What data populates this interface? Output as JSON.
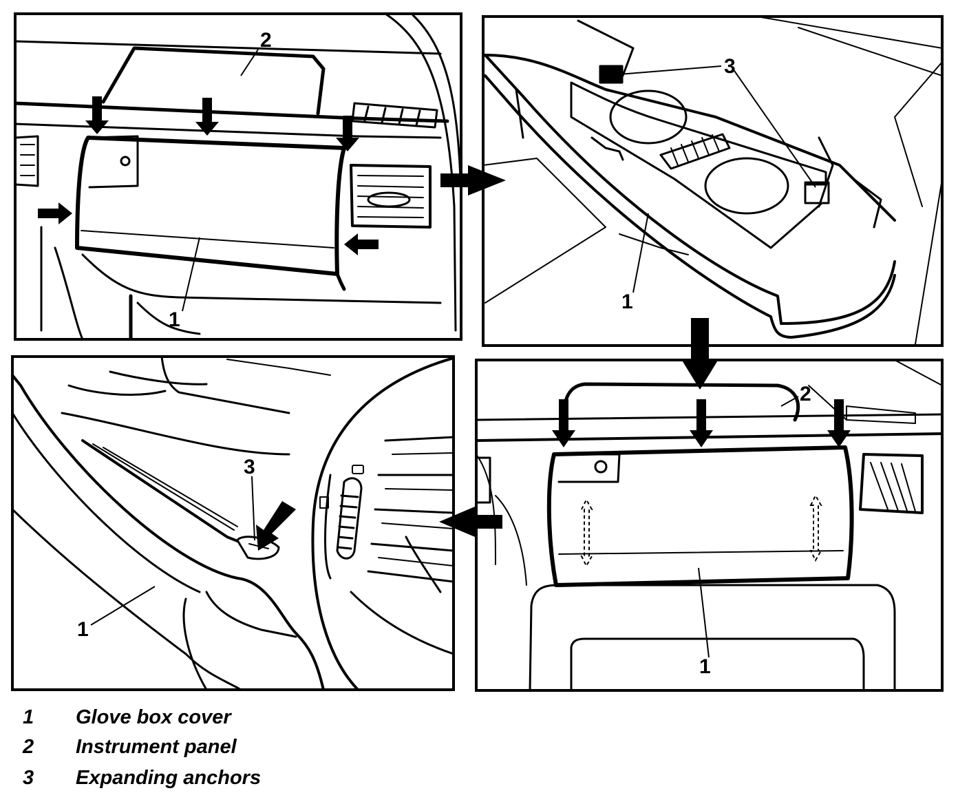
{
  "figure": {
    "panels": [
      {
        "name": "top-left",
        "callouts": [
          {
            "number": "2"
          },
          {
            "number": "1"
          }
        ]
      },
      {
        "name": "top-right",
        "callouts": [
          {
            "number": "3"
          },
          {
            "number": "1"
          }
        ]
      },
      {
        "name": "bottom-left",
        "callouts": [
          {
            "number": "3"
          },
          {
            "number": "1"
          }
        ]
      },
      {
        "name": "bottom-right",
        "callouts": [
          {
            "number": "2"
          },
          {
            "number": "1"
          }
        ]
      }
    ]
  },
  "legend": [
    {
      "number": "1",
      "text": "Glove box cover"
    },
    {
      "number": "2",
      "text": "Instrument panel"
    },
    {
      "number": "3",
      "text": "Expanding anchors"
    }
  ]
}
